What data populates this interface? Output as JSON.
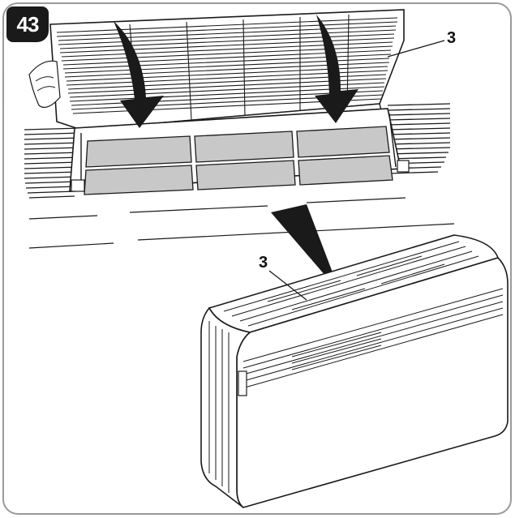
{
  "step": {
    "number": "43"
  },
  "callouts": {
    "top": "3",
    "bottom": "3"
  },
  "colors": {
    "outline": "#1a1a1a",
    "filter_fill": "#c8c8c8",
    "frame_border": "#9a9a9a",
    "background": "#ffffff"
  },
  "icons": {
    "arrow_left": "down-arrow-icon",
    "arrow_right": "down-arrow-icon",
    "zoom_pointer": "zoom-pointer-icon"
  }
}
